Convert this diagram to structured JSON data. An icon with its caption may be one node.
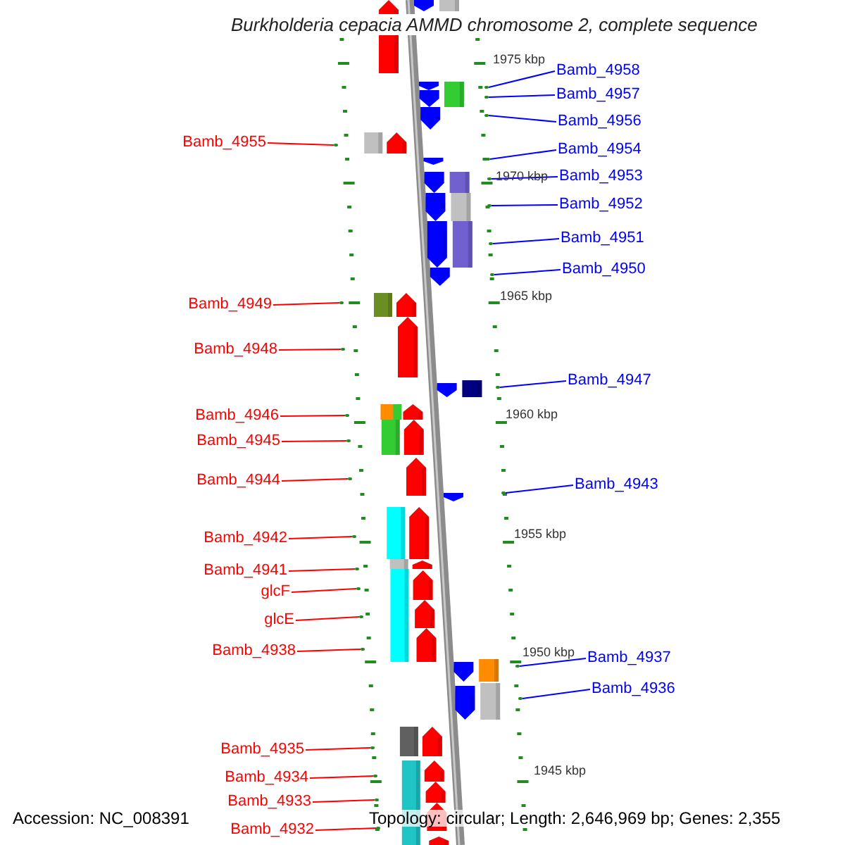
{
  "diagram": {
    "title": "Burkholderia cepacia AMMD chromosome 2, complete sequence",
    "nodes": [
      {
        "text": [
          "Bamb_4958"
        ]
      },
      {
        "text": [
          "Bamb_4957"
        ]
      },
      {
        "text": [
          "Bamb_4956"
        ]
      },
      {
        "text": [
          "Bamb_4955"
        ]
      },
      {
        "text": [
          "Bamb_4954"
        ]
      },
      {
        "text": [
          "Bamb_4953"
        ]
      },
      {
        "text": [
          "Bamb_4952"
        ]
      },
      {
        "text": [
          "Bamb_4951"
        ]
      },
      {
        "text": [
          "Bamb_4950"
        ]
      },
      {
        "text": [
          "Bamb_4949"
        ]
      },
      {
        "text": [
          "Bamb_4948"
        ]
      },
      {
        "text": [
          "Bamb_4947"
        ]
      },
      {
        "text": [
          "Bamb_4946"
        ]
      },
      {
        "text": [
          "Bamb_4945"
        ]
      },
      {
        "text": [
          "Bamb_4944"
        ]
      },
      {
        "text": [
          "Bamb_4943"
        ]
      },
      {
        "text": [
          "Bamb_4942"
        ]
      },
      {
        "text": [
          "Bamb_4941"
        ]
      },
      {
        "text": [
          "glcF"
        ]
      },
      {
        "text": [
          "glcE"
        ]
      },
      {
        "text": [
          "Bamb_4938"
        ]
      },
      {
        "text": [
          "Bamb_4937"
        ]
      },
      {
        "text": [
          "Bamb_4936"
        ]
      },
      {
        "text": [
          "Bamb_4935"
        ]
      },
      {
        "text": [
          "Bamb_4934"
        ]
      },
      {
        "text": [
          "Bamb_4933"
        ]
      },
      {
        "text": [
          "Bamb_4932"
        ]
      },
      {
        "text": [],
        "shape": "dot"
      },
      {
        "text": [],
        "shape": "dot"
      },
      {
        "text": [],
        "shape": "dot"
      },
      {
        "text": [],
        "shape": "dot"
      },
      {
        "text": [],
        "shape": "dot"
      },
      {
        "text": [],
        "shape": "dot"
      },
      {
        "text": [],
        "shape": "dot"
      },
      {
        "text": [],
        "shape": "dot"
      },
      {
        "text": [],
        "shape": "dot"
      },
      {
        "text": [],
        "shape": "dot"
      },
      {
        "text": [],
        "shape": "dot"
      },
      {
        "text": [],
        "shape": "dot"
      },
      {
        "text": [],
        "shape": "dot"
      },
      {
        "text": [],
        "shape": "dot"
      },
      {
        "text": [],
        "shape": "dot"
      },
      {
        "text": [],
        "shape": "dot"
      },
      {
        "text": [],
        "shape": "dot"
      },
      {
        "text": [],
        "shape": "dot"
      },
      {
        "text": [],
        "shape": "dot"
      },
      {
        "text": [],
        "shape": "dot"
      },
      {
        "text": [],
        "shape": "dot"
      },
      {
        "text": [],
        "shape": "dot"
      },
      {
        "text": [],
        "shape": "dot"
      },
      {
        "text": [],
        "shape": "dot"
      },
      {
        "text": [],
        "shape": "dot"
      },
      {
        "text": [],
        "shape": "dot"
      },
      {
        "text": [],
        "shape": "dot"
      }
    ],
    "edges": [
      {
        "from": 0,
        "to": 27,
        "arrow": "none",
        "color": "#0000ff"
      },
      {
        "from": 1,
        "to": 28,
        "arrow": "none",
        "color": "#0000ff"
      },
      {
        "from": 2,
        "to": 29,
        "arrow": "none",
        "color": "#0000ff"
      },
      {
        "from": 3,
        "to": 30,
        "arrow": "none"
      },
      {
        "from": 4,
        "to": 31,
        "arrow": "none",
        "color": "#0000ff"
      },
      {
        "from": 5,
        "to": 32,
        "arrow": "none",
        "color": "#0000ff"
      },
      {
        "from": 6,
        "to": 33,
        "arrow": "none",
        "color": "#0000ff"
      },
      {
        "from": 7,
        "to": 34,
        "arrow": "none",
        "color": "#0000ff"
      },
      {
        "from": 8,
        "to": 35,
        "arrow": "none",
        "color": "#0000ff"
      },
      {
        "from": 9,
        "to": 36,
        "arrow": "none"
      },
      {
        "from": 10,
        "to": 37,
        "arrow": "none"
      },
      {
        "from": 11,
        "to": 38,
        "arrow": "none",
        "color": "#0000ff"
      },
      {
        "from": 12,
        "to": 39,
        "arrow": "none"
      },
      {
        "from": 13,
        "to": 40,
        "arrow": "none"
      },
      {
        "from": 14,
        "to": 41,
        "arrow": "none"
      },
      {
        "from": 15,
        "to": 42,
        "arrow": "none",
        "color": "#0000ff"
      },
      {
        "from": 16,
        "to": 43,
        "arrow": "none"
      },
      {
        "from": 17,
        "to": 44,
        "arrow": "none"
      },
      {
        "from": 18,
        "to": 45,
        "arrow": "none"
      },
      {
        "from": 19,
        "to": 46,
        "arrow": "none"
      },
      {
        "from": 20,
        "to": 47,
        "arrow": "none"
      },
      {
        "from": 21,
        "to": 48,
        "arrow": "none",
        "color": "#0000ff"
      },
      {
        "from": 22,
        "to": 49,
        "arrow": "none",
        "color": "#0000ff"
      },
      {
        "from": 23,
        "to": 50,
        "arrow": "none"
      },
      {
        "from": 24,
        "to": 51,
        "arrow": "none"
      },
      {
        "from": 25,
        "to": 52,
        "arrow": "none"
      },
      {
        "from": 26,
        "to": 53,
        "arrow": "none"
      }
    ],
    "labels": [
      "1975 kbp",
      "1970 kbp",
      "1965 kbp",
      "1960 kbp",
      "1955 kbp",
      "1950 kbp",
      "1945 kbp",
      "Accession: NC_008391",
      "Topology: circular; Length: 2,646,969 bp; Genes: 2,355"
    ]
  }
}
